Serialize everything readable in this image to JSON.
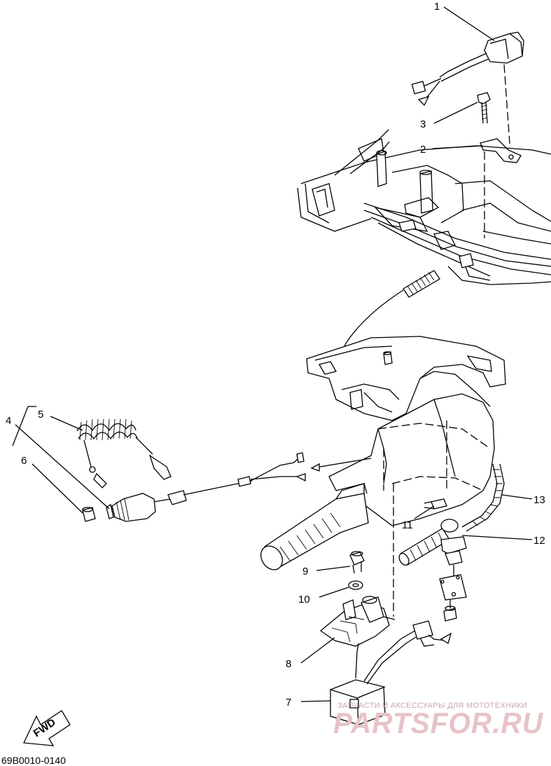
{
  "diagram": {
    "drawing_code": "69B0010-0140",
    "fwd_label": "FWD",
    "callouts": [
      {
        "id": "c1",
        "text": "1"
      },
      {
        "id": "c2",
        "text": "2"
      },
      {
        "id": "c3",
        "text": "3"
      },
      {
        "id": "c4",
        "text": "4"
      },
      {
        "id": "c5",
        "text": "5"
      },
      {
        "id": "c6",
        "text": "6"
      },
      {
        "id": "c7",
        "text": "7"
      },
      {
        "id": "c8",
        "text": "8"
      },
      {
        "id": "c9",
        "text": "9"
      },
      {
        "id": "c10",
        "text": "10"
      },
      {
        "id": "c11",
        "text": "11"
      },
      {
        "id": "c12",
        "text": "12"
      },
      {
        "id": "c13",
        "text": "13"
      }
    ]
  },
  "watermark": {
    "caption": "ЗАПЧАСТИ И АКСЕССУАРЫ ДЛЯ МОТОТЕХНИКИ",
    "brand": "PARTSFOR.RU",
    "color": "#e7c3c7"
  }
}
